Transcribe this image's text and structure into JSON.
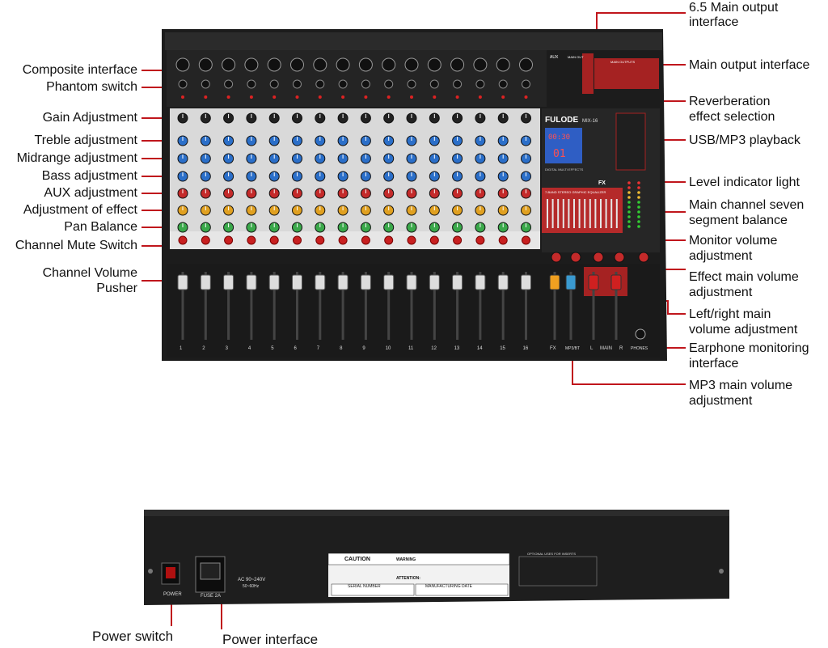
{
  "labels_left": {
    "composite": "Composite interface",
    "phantom": "Phantom switch",
    "gain": "Gain Adjustment",
    "treble": "Treble adjustment",
    "midrange": "Midrange adjustment",
    "bass": "Bass adjustment",
    "aux": "AUX adjustment",
    "effect": "Adjustment of effect",
    "pan": "Pan Balance",
    "mute": "Channel Mute Switch",
    "volume_line1": "Channel Volume",
    "volume_line2": "Pusher"
  },
  "labels_right": {
    "main_out65_line1": "6.5 Main output",
    "main_out65_line2": "interface",
    "main_output": "Main output interface",
    "reverb_line1": "Reverberation",
    "reverb_line2": "effect selection",
    "usb": "USB/MP3 playback",
    "level": "Level indicator light",
    "seven_line1": "Main channel seven",
    "seven_line2": "segment balance",
    "monitor_line1": "Monitor volume",
    "monitor_line2": "adjustment",
    "effect_main_line1": "Effect main volume",
    "effect_main_line2": "adjustment",
    "lr_line1": "Left/right main",
    "lr_line2": "volume adjustment",
    "earphone_line1": "Earphone monitoring",
    "earphone_line2": "interface",
    "mp3_line1": "MP3 main volume",
    "mp3_line2": "adjustment"
  },
  "labels_bottom": {
    "power_switch": "Power switch",
    "power_interface": "Power interface"
  },
  "device": {
    "brand": "FULODE",
    "model": "MIX-16",
    "display_time": "00:30",
    "display_num": "01",
    "fx_label": "FX",
    "eq_title": "7-BAND STEREO GRAPHIC EQUALIZER",
    "digital_effects": "DIGITAL MULTI EFFECTS",
    "aux_label": "AUX",
    "main_out_label": "MAIN OUT",
    "main_outputs_label": "MAIN OUTPUTS",
    "fx_fader": "FX",
    "mp3_fader": "MP3/BT",
    "main_fader": "MAIN",
    "l": "L",
    "r": "R",
    "phones": "PHONES",
    "channels": [
      "1",
      "2",
      "3",
      "4",
      "5",
      "6",
      "7",
      "8",
      "9",
      "10",
      "11",
      "12",
      "13",
      "14",
      "15",
      "16"
    ]
  },
  "rear": {
    "power": "POWER",
    "fuse": "FUSE 2A",
    "ac_line1": "AC 90~240V",
    "ac_line2": "50~60Hz",
    "caution": "CAUTION",
    "warning": "WARNING",
    "attention": "ATTENTION:",
    "serial": "SERIAL NUMBER",
    "mfg_date": "MANUFACTURING DATE",
    "inserts": "OPTIONAL USES FOR INSERTS"
  },
  "colors": {
    "callout": "#c0161c",
    "panel_dark": "#232323",
    "panel_silver": "#d6d6d6",
    "fx_red": "#b52a2a",
    "display_blue": "#2f5ec4"
  }
}
